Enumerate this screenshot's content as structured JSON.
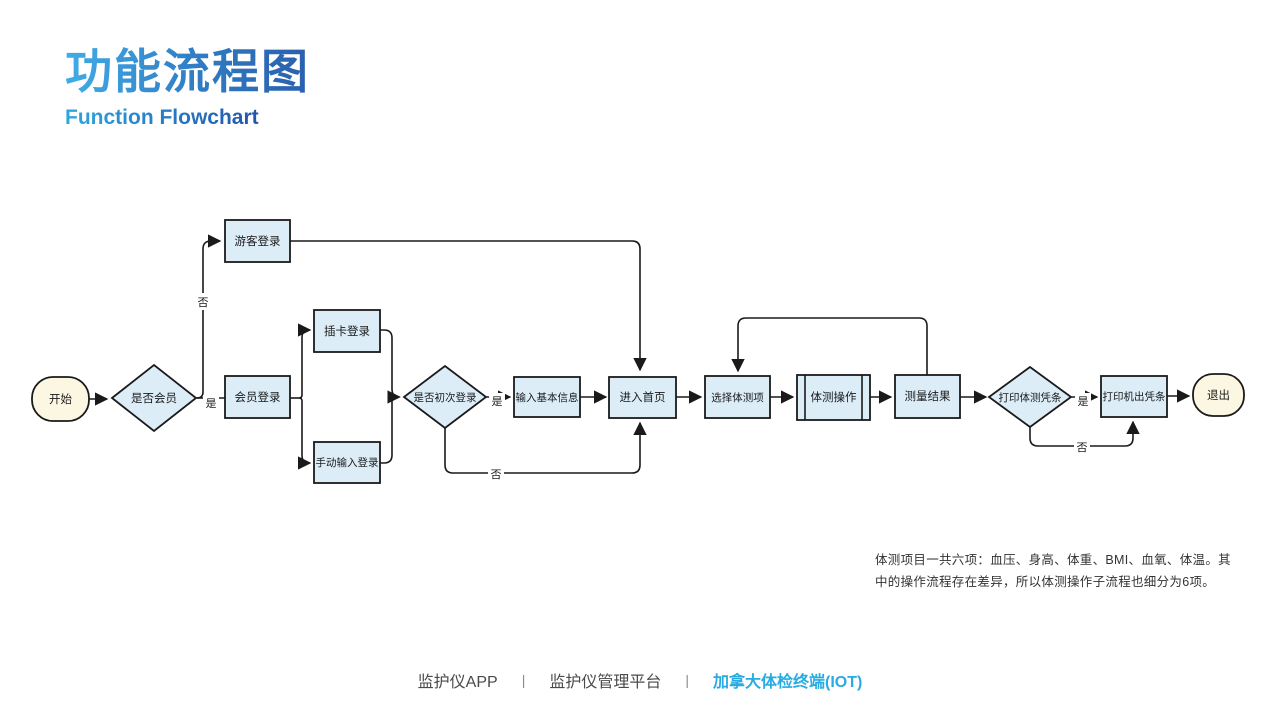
{
  "header": {
    "title": "功能流程图",
    "subtitle": "Function Flowchart"
  },
  "flowchart": {
    "nodes": {
      "start": "开始",
      "is_member": "是否会员",
      "guest_login": "游客登录",
      "member_login": "会员登录",
      "card_login": "插卡登录",
      "manual_login": "手动输入登录",
      "first_login": "是否初次登录",
      "enter_info": "输入基本信息",
      "home": "进入首页",
      "select_item": "选择体测项",
      "test_operation": "体测操作",
      "result": "测量结果",
      "print_receipt": "打印体测凭条",
      "printer_out": "打印机出凭条",
      "exit": "退出"
    },
    "labels": {
      "yes": "是",
      "no": "否"
    },
    "colors": {
      "node_fill": "#DCEDF8",
      "terminal_fill": "#FCF7E3",
      "stroke": "#1A1A1A"
    }
  },
  "note": {
    "line1": "体测项目一共六项：血压、身高、体重、BMI、血氧、体温。其",
    "line2": "中的操作流程存在差异，所以体测操作子流程也细分为6项。"
  },
  "footer": {
    "items": [
      "监护仪APP",
      "监护仪管理平台",
      "加拿大体检终端(IOT)"
    ],
    "separator": "|",
    "active_color": "#29ABE2"
  }
}
